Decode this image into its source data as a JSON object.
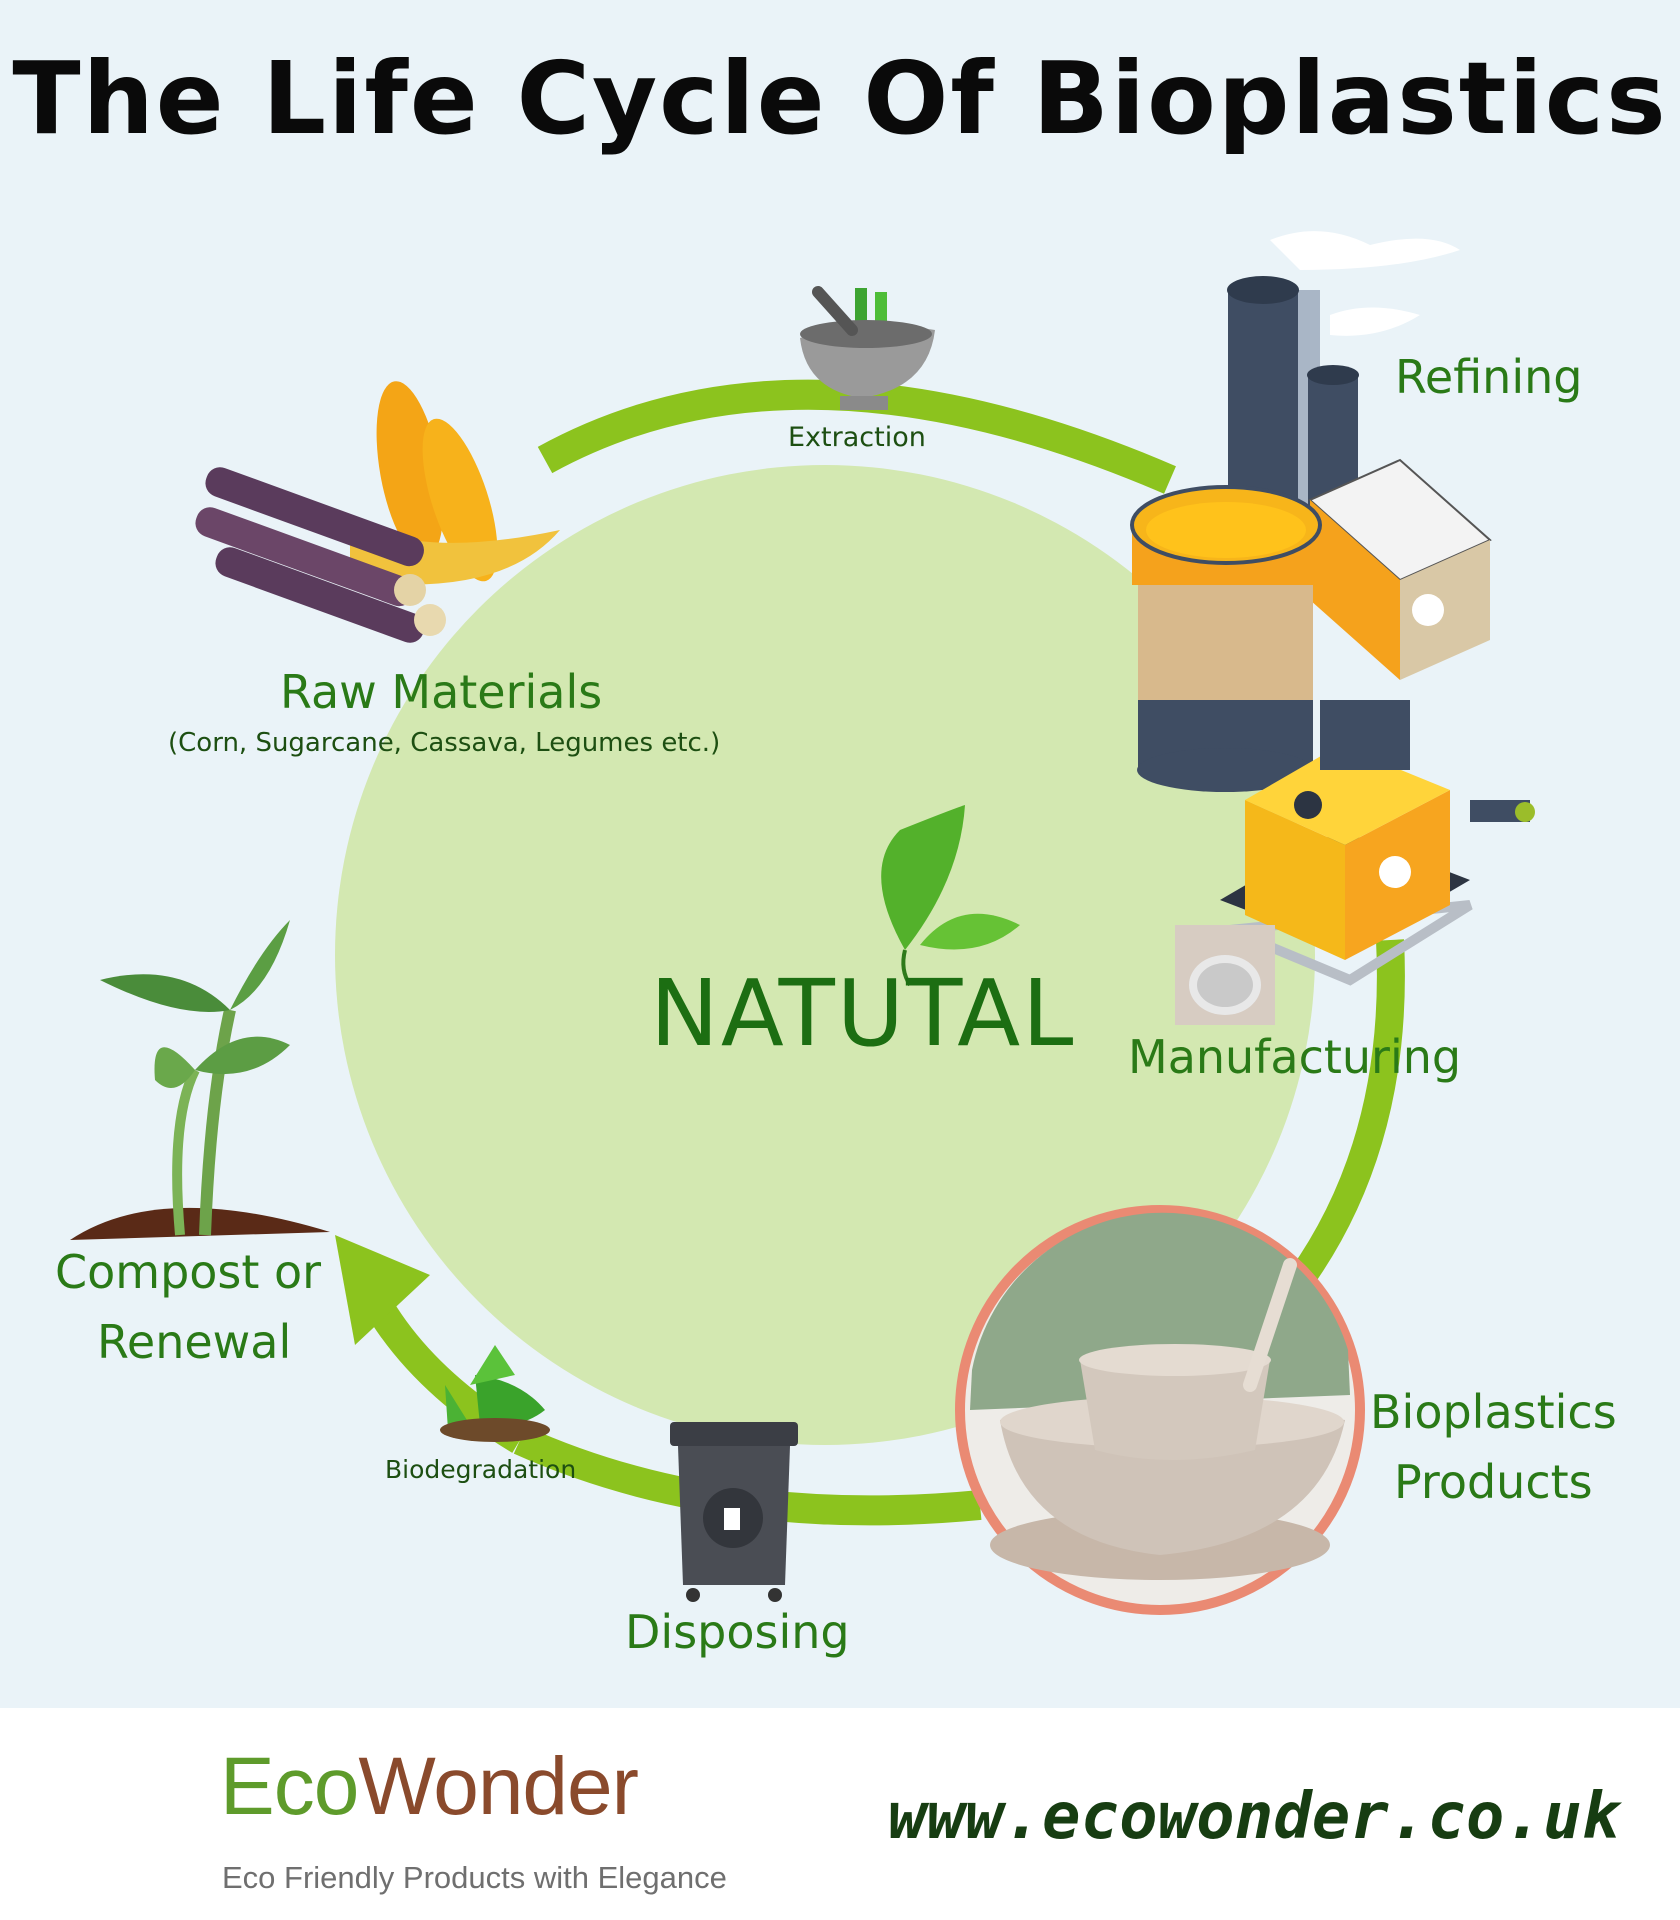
{
  "title": "The Life Cycle Of Bioplastics",
  "center_label": "NATUTAL",
  "stages": {
    "extraction": "Extraction",
    "refining": "Refining",
    "manufacturing": "Manufacturing",
    "bioplastics_products_line1": "Bioplastics",
    "bioplastics_products_line2": "Products",
    "disposing": "Disposing",
    "biodegradation": "Biodegradation",
    "compost_line1": "Compost or",
    "compost_line2": "Renewal",
    "raw_materials": "Raw Materials",
    "raw_materials_examples": "(Corn, Sugarcane, Cassava, Legumes etc.)"
  },
  "footer": {
    "brand_part1": "Eco",
    "brand_part2": "Wonder",
    "tagline": "Eco Friendly Products with Elegance",
    "url": "www.ecowonder.co.uk"
  },
  "icons": [
    "mortar-pestle-icon",
    "factory-icon",
    "manufacturing-machine-icon",
    "bioplastic-pellets-icon",
    "bioplastic-tableware-icon",
    "trash-bin-icon",
    "recycle-icon",
    "sprout-icon",
    "corn-sugarcane-icon",
    "leaf-icon",
    "house-logo-icon"
  ],
  "colors": {
    "background": "#eaf3f8",
    "cycle_arrow": "#8cc31e",
    "inner_circle": "#d3e8b1",
    "label_green": "#2a7a17",
    "footer_bg": "#ffffff"
  }
}
